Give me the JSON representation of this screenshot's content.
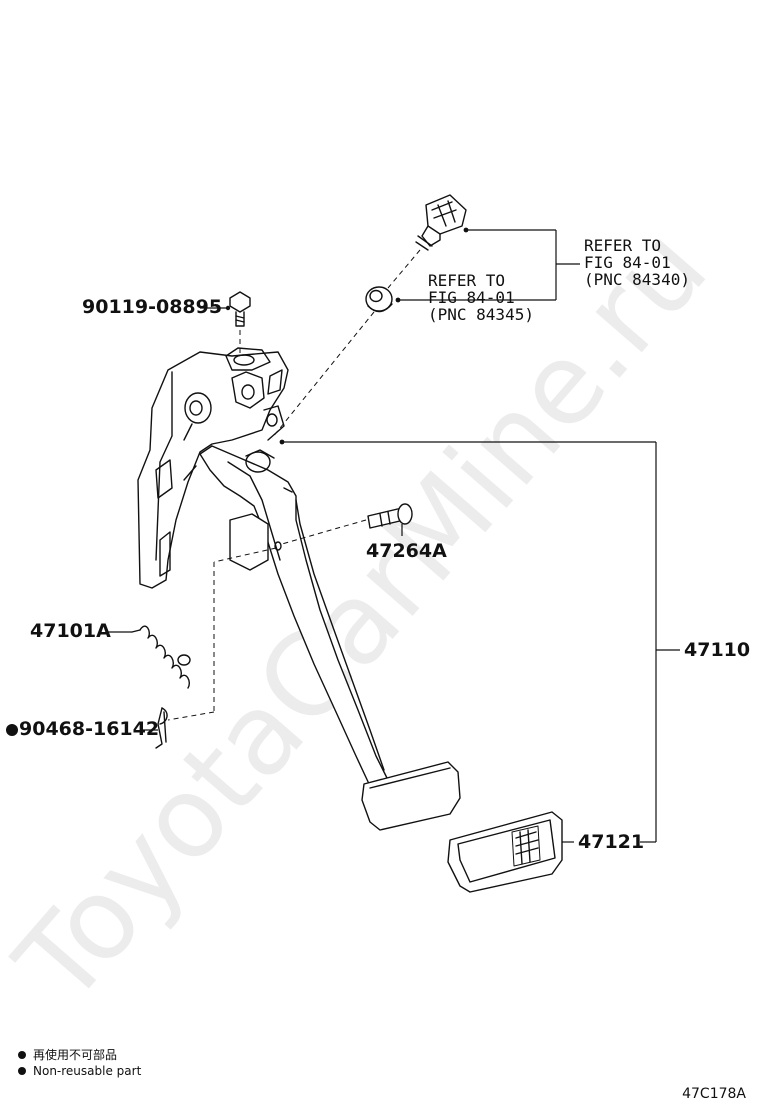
{
  "watermark": "ToyotaCarMine.ru",
  "callouts": {
    "bolt": "90119-08895",
    "pin": "47264A",
    "spring": "47101A",
    "clip": "90468-16142",
    "pedal_assy": "47110",
    "pad": "47121"
  },
  "refer_switch": [
    "REFER TO",
    "FIG 84-01",
    "(PNC 84340)"
  ],
  "refer_cushion": [
    "REFER TO",
    "FIG 84-01",
    "(PNC 84345)"
  ],
  "legend": {
    "line_cn": "再使用不可部品",
    "line_en": "Non-reusable part"
  },
  "figure_code": "47C178A",
  "colors": {
    "ink": "#111111",
    "watermark": "#ececec"
  }
}
